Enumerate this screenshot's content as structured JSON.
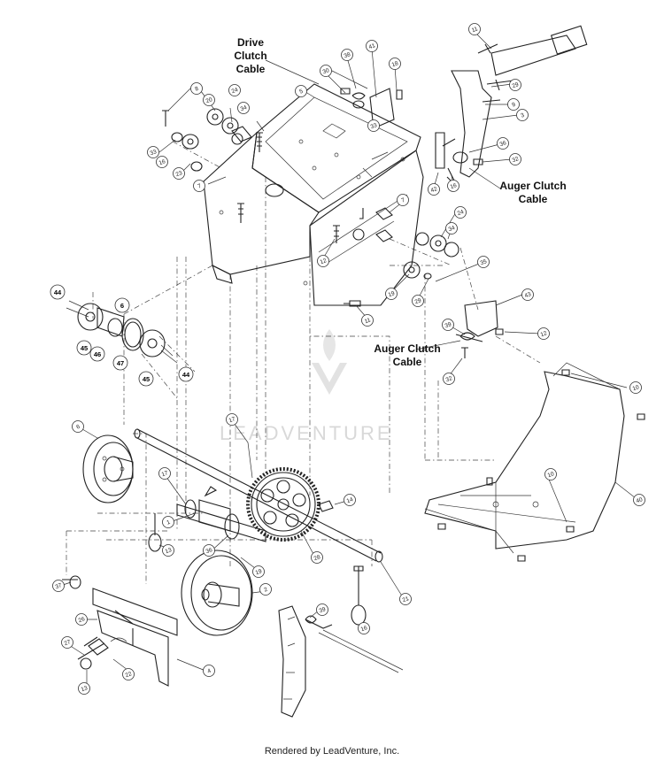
{
  "labels": {
    "drive_clutch_cable": [
      "Drive",
      "Clutch",
      "Cable"
    ],
    "auger_clutch_cable_upper": [
      "Auger Clutch",
      "Cable"
    ],
    "auger_clutch_cable_lower": [
      "Auger Clutch",
      "Cable"
    ]
  },
  "callouts_bold": [
    "44",
    "45",
    "46",
    "47",
    "45",
    "44",
    "6"
  ],
  "callouts": [
    "8",
    "24",
    "34",
    "20",
    "33",
    "16",
    "23",
    "7",
    "5",
    "30",
    "38",
    "41",
    "18",
    "33",
    "11",
    "29",
    "9",
    "3",
    "36",
    "32",
    "42",
    "16",
    "7",
    "24",
    "34",
    "19",
    "29",
    "35",
    "12",
    "11",
    "43",
    "39",
    "12",
    "32",
    "10",
    "40",
    "10",
    "6",
    "17",
    "17",
    "14",
    "1",
    "13",
    "36",
    "28",
    "19",
    "21",
    "2",
    "16",
    "37",
    "26",
    "27",
    "22",
    "13",
    "4",
    "39"
  ],
  "watermark": "LEADVENTURE",
  "footer": "Rendered by LeadVenture, Inc."
}
